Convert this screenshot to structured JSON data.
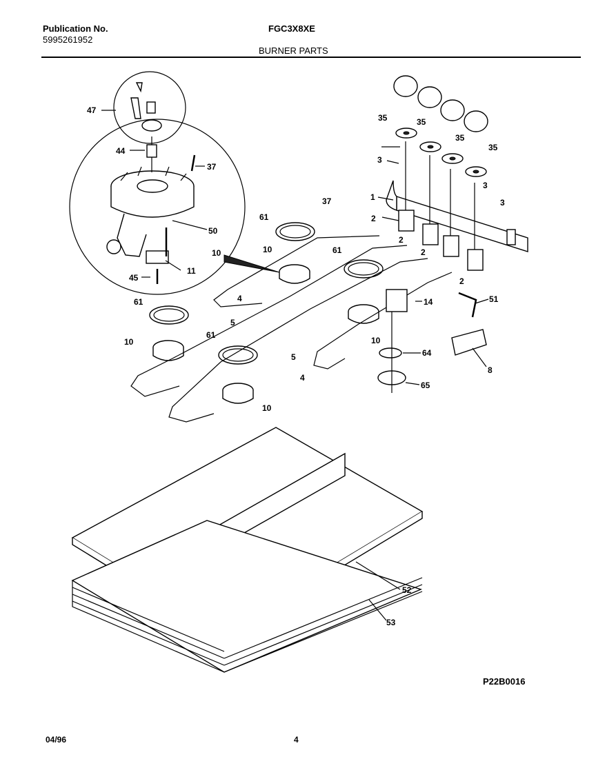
{
  "header": {
    "publication_label": "Publication No.",
    "publication_number": "5995261952",
    "model": "FGC3X8XE",
    "section_title": "BURNER PARTS"
  },
  "footer": {
    "date": "04/96",
    "page": "4",
    "diagram_code": "P22B0016"
  },
  "callouts": {
    "c47": "47",
    "c44": "44",
    "c37a": "37",
    "c50": "50",
    "c10a": "10",
    "c11": "11",
    "c45": "45",
    "c61a": "61",
    "c37b": "37",
    "c10b": "10",
    "c61b": "61",
    "c4a": "4",
    "c5a": "5",
    "c61c": "61",
    "c10c": "10",
    "c61d": "61",
    "c10d": "10",
    "c5b": "5",
    "c10e": "10",
    "c4b": "4",
    "c35a": "35",
    "c35b": "35",
    "c35c": "35",
    "c35d": "35",
    "c3a": "3",
    "c3b": "3",
    "c3c": "3",
    "c1": "1",
    "c2a": "2",
    "c2b": "2",
    "c2c": "2",
    "c2d": "2",
    "c14": "14",
    "c51": "51",
    "c64": "64",
    "c8": "8",
    "c65": "65",
    "c52": "52",
    "c53": "53"
  }
}
